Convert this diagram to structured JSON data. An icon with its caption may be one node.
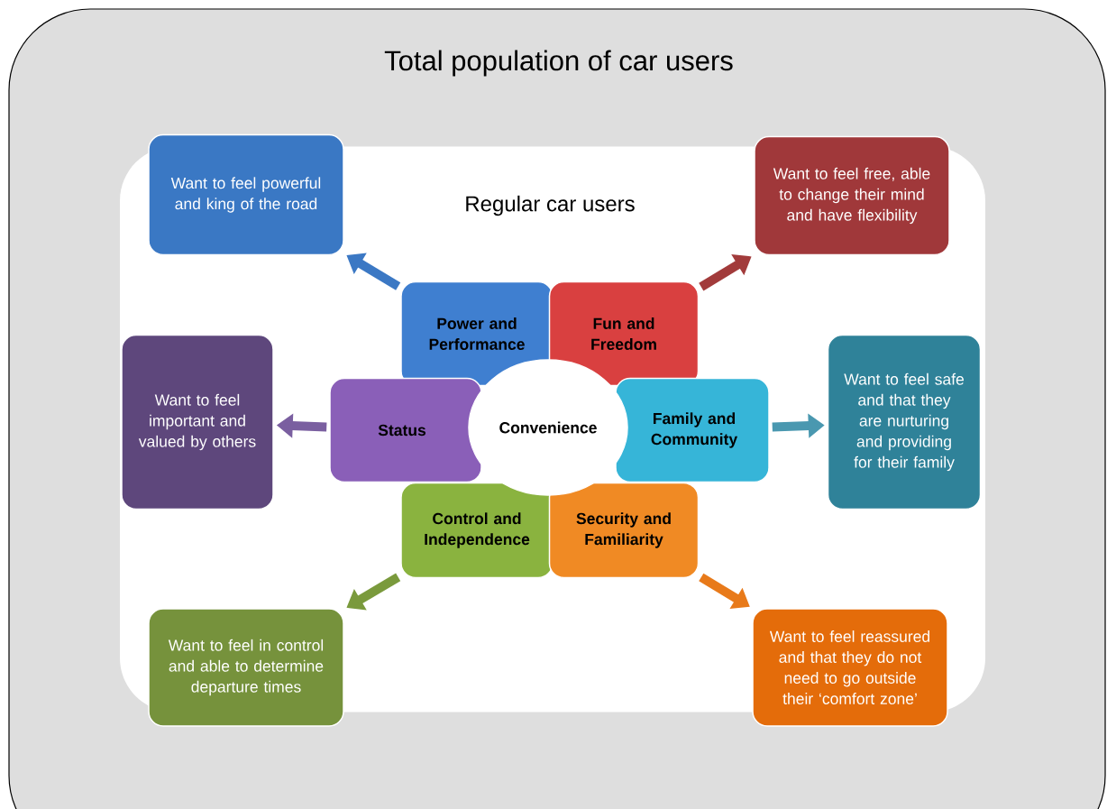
{
  "diagram": {
    "nodes": [
      {
        "text": [
          "Total population of car users"
        ]
      },
      {
        "text": [
          "Regular car users"
        ],
        "in": 0
      },
      {
        "text": [
          "Want to feel powerful and king of the road"
        ],
        "in": 0
      },
      {
        "text": [
          "Want to feel free, able to change their mind and have flexibility"
        ],
        "in": 0
      },
      {
        "text": [
          "Power and Performance"
        ],
        "in": 1
      },
      {
        "text": [
          "Fun and Freedom"
        ],
        "in": 1
      },
      {
        "text": [
          "Want to feel important and valued by others"
        ],
        "in": 1
      },
      {
        "text": [
          "Status"
        ],
        "in": 1
      },
      {
        "text": [
          "Convenience"
        ],
        "in": 1
      },
      {
        "text": [
          "Family and Community"
        ],
        "in": 1
      },
      {
        "text": [
          "Want to feel safe and that they are nurturing and providing for their family"
        ],
        "in": 1
      },
      {
        "text": [
          "Control and Independence"
        ],
        "in": 1
      },
      {
        "text": [
          "Security and Familiarity"
        ],
        "in": 1
      },
      {
        "text": [
          "Want to feel in control and able to determine departure times"
        ],
        "in": 0
      },
      {
        "text": [
          "Want to feel reassured and that they do not need to go outside their ‘comfort zone’"
        ],
        "in": 0
      }
    ],
    "edges": [
      {
        "from": 4,
        "to": 2,
        "arrow": "to",
        "color": "#3b78c4"
      },
      {
        "from": 5,
        "to": 3,
        "arrow": "to",
        "color": "#a23b3b"
      },
      {
        "from": 7,
        "to": 6,
        "arrow": "to",
        "color": "#7a5fa0"
      },
      {
        "from": 9,
        "to": 10,
        "arrow": "to",
        "color": "#4a98b0"
      },
      {
        "from": 11,
        "to": 13,
        "arrow": "to",
        "color": "#7a9a3c"
      },
      {
        "from": 12,
        "to": 14,
        "arrow": "to",
        "color": "#e87a1a"
      }
    ]
  }
}
